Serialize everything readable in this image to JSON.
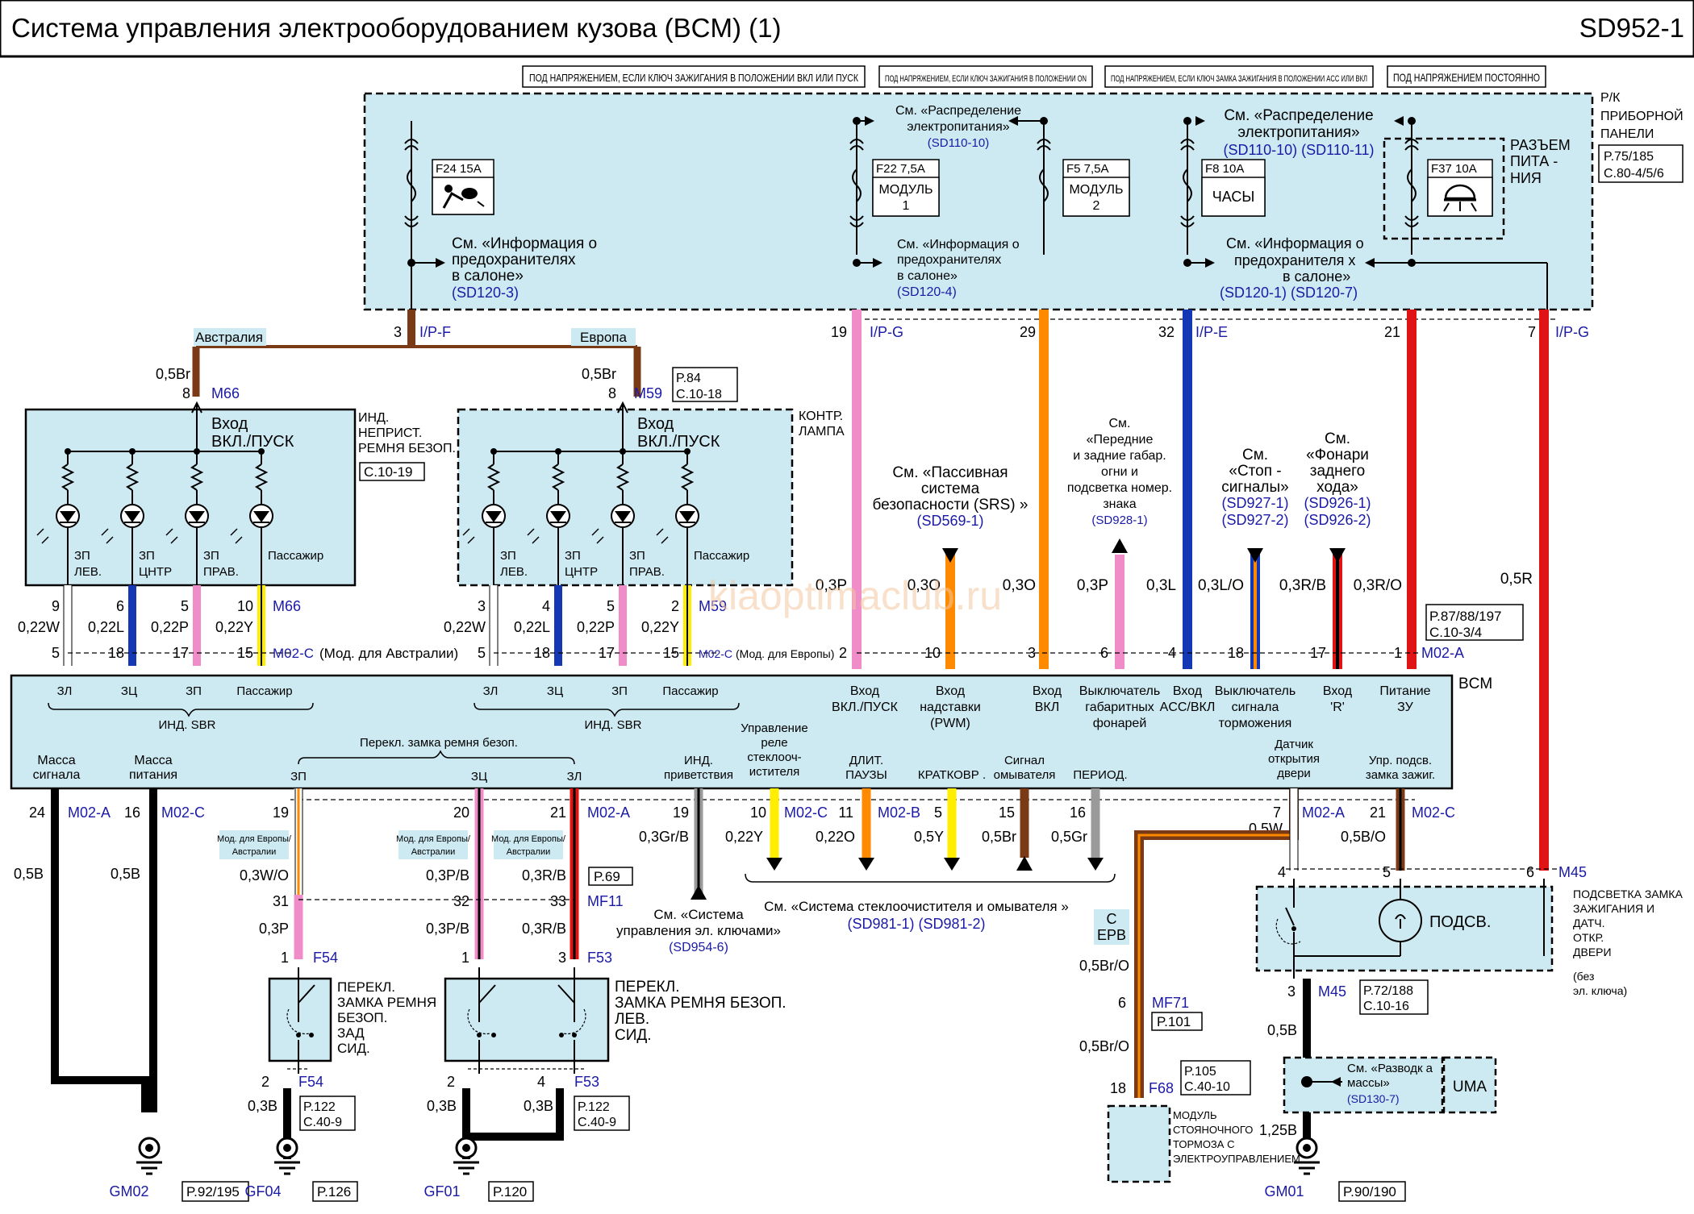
{
  "title": "Система управления электрооборудованием кузова (BCM) (1)",
  "code": "SD952-1",
  "watermark": "kiaoptimaclub.ru",
  "power_labels": [
    "ПОД НАПРЯЖЕНИЕМ, ЕСЛИ КЛЮЧ ЗАЖИГАНИЯ В ПОЛОЖЕНИИ ВКЛ ИЛИ ПУСК",
    "ПОД НАПРЯЖЕНИЕМ, ЕСЛИ КЛЮЧ ЗАЖИГАНИЯ В ПОЛОЖЕНИИ ON",
    "ПОД НАПРЯЖЕНИЕМ, ЕСЛИ КЛЮЧ ЗАМКА ЗАЖИГАНИЯ В ПОЛОЖЕНИИ ACC ИЛИ ВКЛ",
    "ПОД НАПРЯЖЕНИЕМ ПОСТОЯННО"
  ],
  "panel": {
    "l1": "Р/К",
    "l2": "ПРИБОРНОЙ",
    "l3": "ПАНЕЛИ",
    "ref1": "P.75/185",
    "ref2": "C.80-4/5/6",
    "conn1": "РАЗЪЕМ",
    "conn2": "ПИТА -",
    "conn3": "НИЯ"
  },
  "fuses": [
    {
      "label": "F24 15A",
      "name": "airbag-icon"
    },
    {
      "label": "F22 7,5A",
      "text1": "МОДУЛЬ",
      "text2": "1"
    },
    {
      "label": "F5 7,5A",
      "text1": "МОДУЛЬ",
      "text2": "2"
    },
    {
      "label": "F8 10A",
      "text1": "ЧАСЫ",
      "text2": ""
    },
    {
      "label": "F37 10A",
      "name": "lamp-icon"
    }
  ],
  "see_power": {
    "a1": "См. «Распределение",
    "a2": "электропитания»",
    "a3": "(SD110-10)",
    "b1": "См. «Распределение",
    "b2": "электропитания»",
    "b3": "(SD110-10) (SD110-11)"
  },
  "see_fuse": {
    "a1": "См. «Информация о",
    "a2": "предохранителях",
    "a3": "в салоне»",
    "a4": "(SD120-3)",
    "b1": "См. «Информация о",
    "b2": "предохранителях",
    "b3": "в салоне»",
    "b4": "(SD120-4)",
    "c1": "См. «Информация о",
    "c2": "предохранителя х",
    "c3": "в салоне»",
    "c4": "(SD120-1) (SD120-7)"
  },
  "ip_pins": [
    {
      "pin": "3",
      "conn": "I/P-F"
    },
    {
      "pin": "19",
      "conn": "I/P-G"
    },
    {
      "pin": "29",
      "conn": ""
    },
    {
      "pin": "32",
      "conn": "I/P-E"
    },
    {
      "pin": "21",
      "conn": ""
    },
    {
      "pin": "7",
      "conn": "I/P-G"
    }
  ],
  "regions": {
    "aus": "Австралия",
    "eur": "Европа"
  },
  "m66": {
    "wire": "0,5Br",
    "pin": "8",
    "conn": "M66",
    "in1": "Вход",
    "in2": "ВКЛ./ПУСК",
    "t1": "ИНД.",
    "t2": "НЕПРИСТ.",
    "t3": "РЕМНЯ БЕЗОП.",
    "ref": "C.10-19"
  },
  "m59": {
    "wire": "0,5Br",
    "pin": "8",
    "conn": "M59",
    "in1": "Вход",
    "in2": "ВКЛ./ПУСК",
    "ref1": "P.84",
    "ref2": "C.10-18",
    "t1": "КОНТР.",
    "t2": "ЛАМПА"
  },
  "led_labels": [
    "ЗП ЛЕВ.",
    "ЗП ЦНТР",
    "ЗП ПРАВ.",
    "Пассажир"
  ],
  "m66_pins": [
    {
      "pin": "9",
      "wire": "0,22W",
      "bpin": "5"
    },
    {
      "pin": "6",
      "wire": "0,22L",
      "bpin": "18"
    },
    {
      "pin": "5",
      "wire": "0,22P",
      "bpin": "17"
    },
    {
      "pin": "10",
      "wire": "0,22Y",
      "bpin": "15"
    }
  ],
  "m59_pins": [
    {
      "pin": "3",
      "wire": "0,22W",
      "bpin": "5"
    },
    {
      "pin": "4",
      "wire": "0,22L",
      "bpin": "18"
    },
    {
      "pin": "5",
      "wire": "0,22P",
      "bpin": "17"
    },
    {
      "pin": "2",
      "wire": "0,22Y",
      "bpin": "15"
    }
  ],
  "m66_conn": "M66",
  "m59_conn": "M59",
  "m02c_aus": "M02-C",
  "m02c_aus_note": "(Мод. для Австралии)",
  "m02c_eur": "M02-C",
  "m02c_eur_note": "(Мод. для Европы)",
  "refs_mid": {
    "srs1": "См. «Пассивная",
    "srs2": "система",
    "srs3": "безопасности (SRS) »",
    "srs4": "(SD569-1)",
    "tail1": "См.",
    "tail2": "«Передние",
    "tail3": "и задние габар.",
    "tail4": "огни и",
    "tail5": "подсветка номер.",
    "tail6": "знака",
    "tail7": "(SD928-1)",
    "stop1": "См.",
    "stop2": "«Стоп -",
    "stop3": "сигналы»",
    "stop4": "(SD927-1)",
    "stop5": "(SD927-2)",
    "rev1": "См.",
    "rev2": "«Фонари",
    "rev3": "заднего",
    "rev4": "хода»",
    "rev5": "(SD926-1)",
    "rev6": "(SD926-2)"
  },
  "top_wires": [
    {
      "wire": "0,3P",
      "pin": "2"
    },
    {
      "wire": "0,3O",
      "pin": "10"
    },
    {
      "wire": "0,3O",
      "pin": "3"
    },
    {
      "wire": "0,3P",
      "pin": "6"
    },
    {
      "wire": "0,3L",
      "pin": "4"
    },
    {
      "wire": "0,3L/O",
      "pin": "18"
    },
    {
      "wire": "0,3R/B",
      "pin": "17"
    },
    {
      "wire": "0,3R/O",
      "pin": "1"
    },
    {
      "wire": "0,5R",
      "pin": ""
    }
  ],
  "m02a_top": "M02-A",
  "p87": {
    "l1": "P.87/88/197",
    "l2": "C.10-3/4"
  },
  "bcm": {
    "name": "BCM",
    "top_labels": [
      "ЗЛ",
      "ЗЦ",
      "ЗП",
      "Пассажир",
      "ЗЛ",
      "ЗЦ",
      "ЗП",
      "Пассажир"
    ],
    "sbr": "ИНД. SBR",
    "inputs": [
      [
        "Вход",
        "ВКЛ./ПУСК"
      ],
      [
        "Вход",
        "надставки",
        "(PWM)"
      ],
      [
        "Вход",
        "ВКЛ"
      ],
      [
        "Выключатель",
        "габаритных",
        "фонарей"
      ],
      [
        "Вход",
        "ACC/ВКЛ"
      ],
      [
        "Выключатель",
        "сигнала",
        "торможения"
      ],
      [
        "Вход",
        "'R'"
      ],
      [
        "Питание",
        "ЗУ"
      ]
    ],
    "mass_sig": [
      "Масса",
      "сигнала"
    ],
    "mass_pow": [
      "Масса",
      "питания"
    ],
    "buckle": "Перекл. замка ремня безоп.",
    "buckle_labels": [
      "ЗП",
      "ЗЦ",
      "ЗЛ"
    ],
    "welcome": [
      "ИНД.",
      "приветствия"
    ],
    "relay": [
      "Управление",
      "реле",
      "стеклооч-",
      "истителя"
    ],
    "dlit": [
      "ДЛИТ.",
      "ПАУЗЫ"
    ],
    "short": "КРАТКОВР .",
    "wash": [
      "Сигнал",
      "омывателя"
    ],
    "period": "ПЕРИОД.",
    "door": [
      "Датчик",
      "открытия",
      "двери"
    ],
    "lock": [
      "Упр. подсв.",
      "замка зажиг."
    ]
  },
  "bottom_pins": [
    {
      "pin": "24",
      "conn": "M02-A",
      "wire": "0,5B"
    },
    {
      "pin": "16",
      "conn": "M02-C",
      "wire": "0,5B"
    },
    {
      "pin": "19",
      "wire": "0,3W/O"
    },
    {
      "pin": "20",
      "wire": "0,3P/B"
    },
    {
      "pin": "21",
      "conn": "M02-A",
      "wire": "0,3R/B"
    },
    {
      "pin": "19",
      "wire": "0,3Gr/B"
    },
    {
      "pin": "10",
      "conn": "M02-C",
      "wire": "0,22Y"
    },
    {
      "pin": "11",
      "conn": "M02-B",
      "wire": "0,22O"
    },
    {
      "pin": "5",
      "wire": "0,5Y"
    },
    {
      "pin": "15",
      "wire": "0,5Br"
    },
    {
      "pin": "16",
      "wire": "0,5Gr"
    },
    {
      "pin": "7",
      "conn": "M02-A",
      "wire": "0,5W"
    },
    {
      "pin": "21",
      "conn": "M02-C",
      "wire": "0,5B/O"
    }
  ],
  "mod_note": [
    "Мод. для Европы/",
    "Австралии"
  ],
  "p69": "P.69",
  "mf11": {
    "p1": "31",
    "p2": "32",
    "p3": "33",
    "conn": "MF11",
    "w1": "0,3P",
    "w2": "0,3P/B",
    "w3": "0,3R/B"
  },
  "f54": {
    "pin": "1",
    "conn": "F54",
    "bpin": "2",
    "bconn": "F54",
    "wire": "0,3B",
    "ref1": "P.122",
    "ref2": "C.40-9",
    "s1": "ПЕРЕКЛ.",
    "s2": "ЗАМКА РЕМНЯ",
    "s3": "БЕЗОП.",
    "s4": "ЗАД",
    "s5": "СИД."
  },
  "f53": {
    "pin1": "1",
    "pin2": "3",
    "conn": "F53",
    "bpin1": "2",
    "bpin2": "4",
    "bconn": "F53",
    "wire1": "0,3B",
    "wire2": "0,3B",
    "ref1": "P.122",
    "ref2": "C.40-9",
    "s1": "ПЕРЕКЛ.",
    "s2": "ЗАМКА РЕМНЯ БЕЗОП.",
    "s3": "ЛЕВ.",
    "s4": "СИД."
  },
  "key_ref": {
    "l1": "См. «Система",
    "l2": "управления эл. ключами»",
    "l3": "(SD954-6)"
  },
  "wiper_ref": {
    "l1": "См. «Система стеклоочистителя и омывателя »",
    "l2": "(SD981-1) (SD981-2)"
  },
  "epb": {
    "c1": "С",
    "c2": "EPB",
    "wire1": "0,5Br/O",
    "pin1": "6",
    "conn1": "MF71",
    "ref1": "P.101",
    "wire2": "0,5Br/O",
    "pin2": "18",
    "conn2": "F68",
    "ref2a": "P.105",
    "ref2b": "C.40-10",
    "m1": "МОДУЛЬ",
    "m2": "СТОЯНОЧНОГО",
    "m3": "ТОРМОЗА С",
    "m4": "ЭЛЕКТРОУПРАВЛЕНИЕМ"
  },
  "m45": {
    "pin4": "4",
    "pin5": "5",
    "pin6": "6",
    "conn": "M45",
    "lamp": "ПОДСВ.",
    "d1": "ПОДСВЕТКА ЗАМКА",
    "d2": "ЗАЖИГАНИЯ И",
    "d3": "ДАТЧ.",
    "d4": "ОТКР.",
    "d5": "ДВЕРИ",
    "d6": "(без",
    "d7": "эл. ключа)",
    "bpin": "3",
    "bconn": "M45",
    "ref1": "P.72/188",
    "ref2": "C.10-16",
    "wire1": "0,5B",
    "wire2": "1,25B"
  },
  "ground_ref": {
    "l1": "См. «Разводк а",
    "l2": "массы»",
    "l3": "(SD130-7)",
    "uma": "UMA"
  },
  "grounds": [
    {
      "name": "GM02",
      "ref": "P.92/195"
    },
    {
      "name": "GF04",
      "ref": "P.126"
    },
    {
      "name": "GF01",
      "ref": "P.120"
    },
    {
      "name": "GM01",
      "ref": "P.90/190"
    }
  ],
  "colors": {
    "blue": "#1a1aa6",
    "fill": "#cdeaf2",
    "pink": "#f08cc8",
    "orange": "#ff8a00",
    "red": "#e01414",
    "navy": "#1438b4",
    "brown": "#7a3a16",
    "yellow": "#ffee00",
    "gray": "#9a9a9a",
    "black": "#000000"
  }
}
